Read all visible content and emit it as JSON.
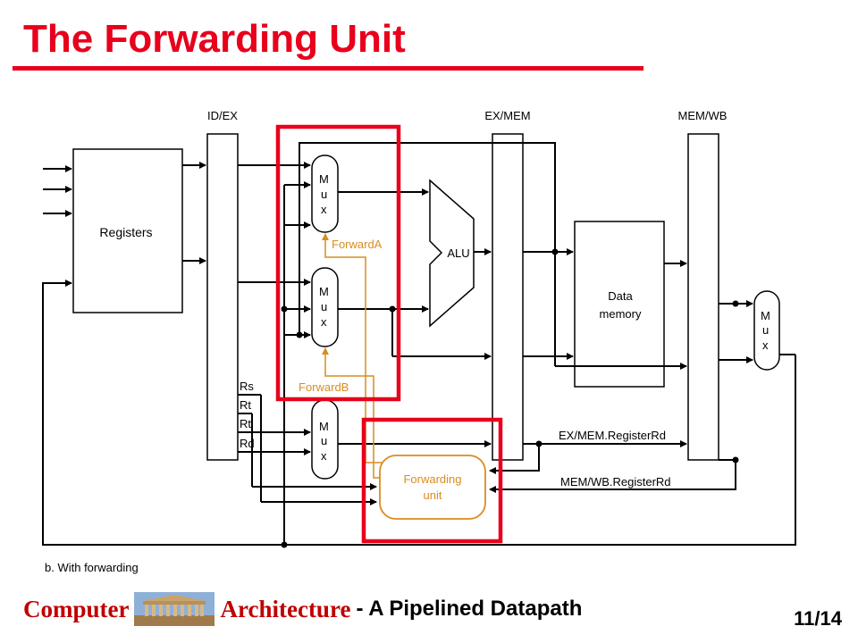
{
  "title": "The Forwarding Unit",
  "diagram": {
    "pipeline_registers": [
      "ID/EX",
      "EX/MEM",
      "MEM/WB"
    ],
    "registers_label": "Registers",
    "mux_letters": [
      "M",
      "u",
      "x"
    ],
    "alu_label": "ALU",
    "data_memory_label": [
      "Data",
      "memory"
    ],
    "forwarding_unit_label": [
      "Forwarding",
      "unit"
    ],
    "forward_a": "ForwardA",
    "forward_b": "ForwardB",
    "field_labels": [
      "Rs",
      "Rt",
      "Rt",
      "Rd"
    ],
    "exmem_rd": "EX/MEM.RegisterRd",
    "memwb_rd": "MEM/WB.RegisterRd",
    "caption": "b. With forwarding",
    "colors": {
      "highlight": "#e8001c",
      "control": "#d98c1f",
      "wire": "#000000"
    }
  },
  "footer": {
    "computer": "Computer",
    "architecture": "Architecture",
    "subtitle": "- A Pipelined Datapath",
    "image_icon": "parthenon-icon"
  },
  "page_number": "11/14"
}
